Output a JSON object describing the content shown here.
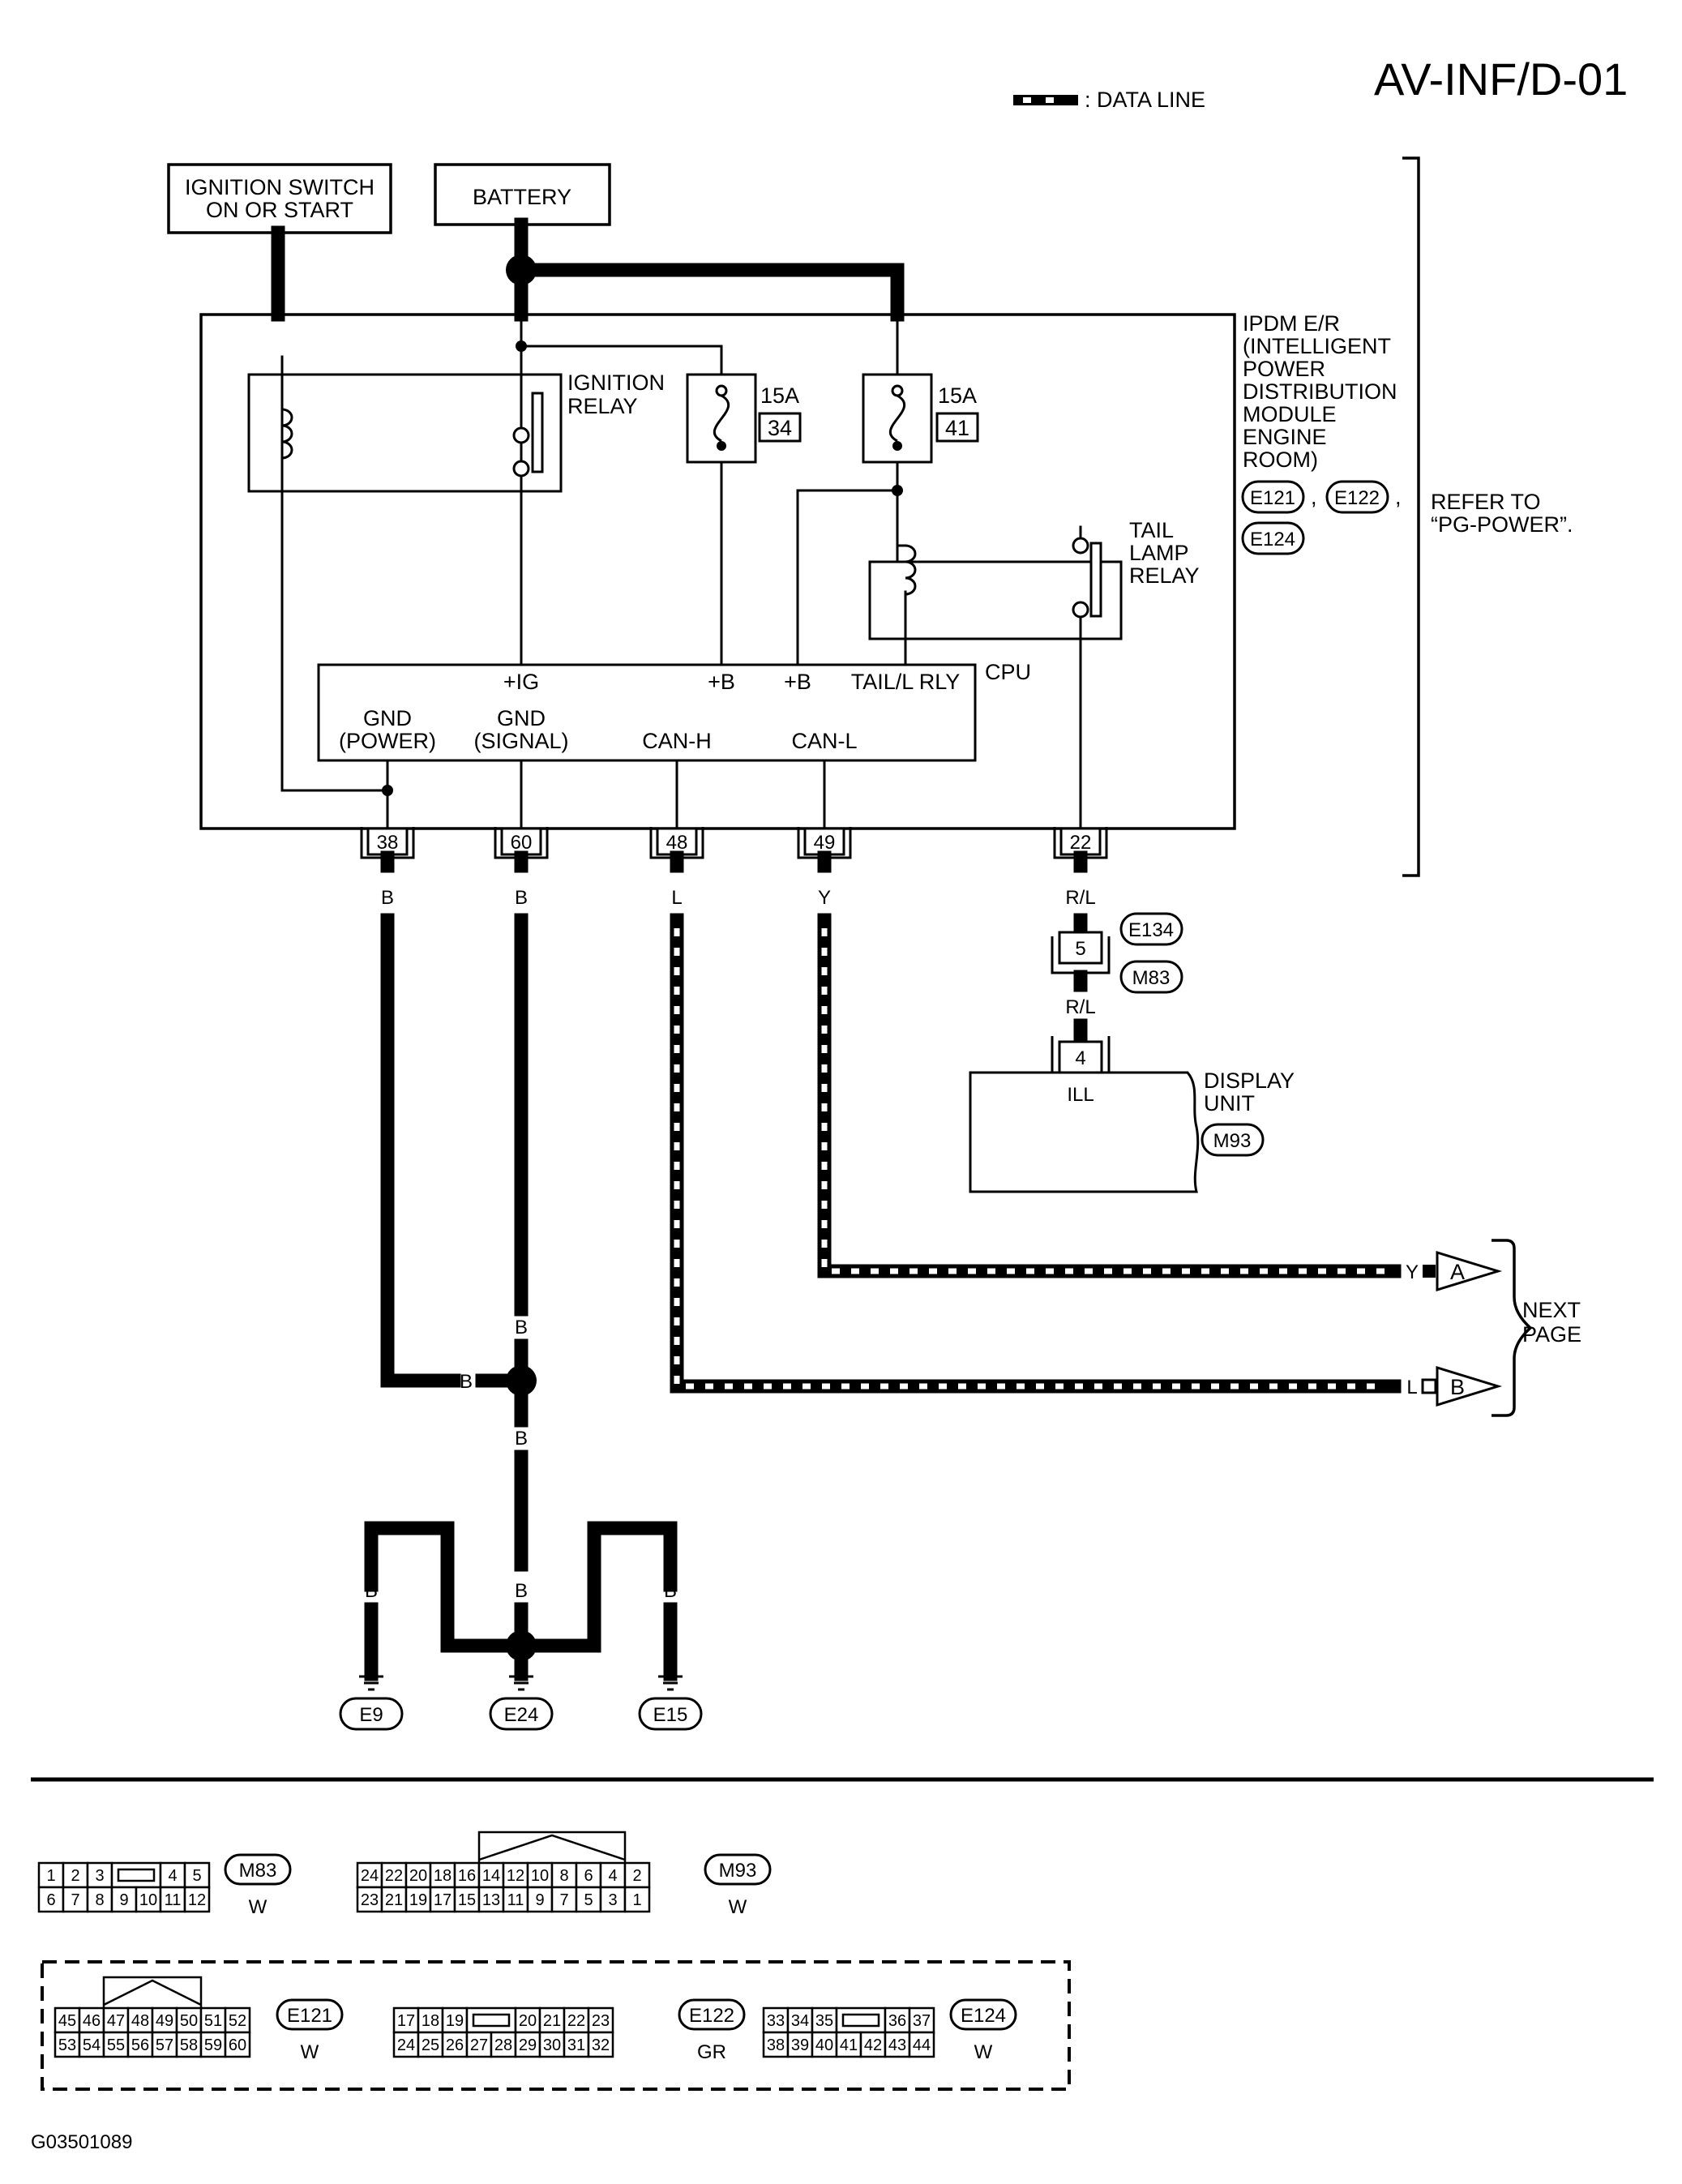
{
  "header": {
    "code": "AV-INF/D-01",
    "legend_label": ": DATA LINE"
  },
  "sources": {
    "ignition_switch": [
      "IGNITION SWITCH",
      "ON OR START"
    ],
    "battery": "BATTERY"
  },
  "ipdm": {
    "name_lines": [
      "IPDM E/R",
      "(INTELLIGENT",
      "POWER",
      "DISTRIBUTION",
      "MODULE",
      "ENGINE",
      "ROOM)"
    ],
    "connectors": [
      "E121",
      "E122",
      "E124"
    ],
    "refer_lines": [
      "REFER TO",
      "“PG-POWER”."
    ],
    "ignition_relay": [
      "IGNITION",
      "RELAY"
    ],
    "tail_lamp_relay": [
      "TAIL",
      "LAMP",
      "RELAY"
    ],
    "fuse_34": {
      "rating": "15A",
      "number": "34"
    },
    "fuse_41": {
      "rating": "15A",
      "number": "41"
    },
    "cpu_label": "CPU",
    "cpu_top_pins": [
      "+IG",
      "+B",
      "+B",
      "TAIL/L RLY"
    ],
    "cpu_bottom_pins": [
      [
        "GND",
        "(POWER)"
      ],
      [
        "GND",
        "(SIGNAL)"
      ],
      [
        "CAN-H"
      ],
      [
        "CAN-L"
      ]
    ],
    "terminals": [
      "38",
      "60",
      "48",
      "49",
      "22"
    ]
  },
  "wires": {
    "t38": "B",
    "t60": "B",
    "t48": "L",
    "t49": "Y",
    "t22": "R/L",
    "e134_to_display": "R/L",
    "ground_trunk_upper": "B",
    "ground_trunk_lower": "B",
    "ground_branch_left": "B",
    "ground_legs": [
      "B",
      "B",
      "B",
      "B",
      "B"
    ],
    "next_a": "Y",
    "next_b": "L"
  },
  "intermediate": {
    "pin": "5",
    "connector_top": "E134",
    "connector_bottom": "M83"
  },
  "display_unit": {
    "name_lines": [
      "DISPLAY",
      "UNIT"
    ],
    "connector": "M93",
    "pin": "4",
    "pin_label": "ILL"
  },
  "next_page": {
    "arrows": [
      "A",
      "B"
    ],
    "label_lines": [
      "NEXT",
      "PAGE"
    ]
  },
  "grounds": [
    "E9",
    "E24",
    "E15"
  ],
  "connector_views": {
    "m83": {
      "id": "M83",
      "color": "W",
      "row1": [
        "1",
        "2",
        "3",
        "",
        "4",
        "5"
      ],
      "row2": [
        "6",
        "7",
        "8",
        "9",
        "10",
        "11",
        "12"
      ]
    },
    "m93": {
      "id": "M93",
      "color": "W",
      "row1": [
        "24",
        "22",
        "20",
        "18",
        "16",
        "14",
        "12",
        "10",
        "8",
        "6",
        "4",
        "2"
      ],
      "row2": [
        "23",
        "21",
        "19",
        "17",
        "15",
        "13",
        "11",
        "9",
        "7",
        "5",
        "3",
        "1"
      ]
    },
    "e121": {
      "id": "E121",
      "color": "W",
      "row1": [
        "45",
        "46",
        "47",
        "48",
        "49",
        "50",
        "51",
        "52"
      ],
      "row2": [
        "53",
        "54",
        "55",
        "56",
        "57",
        "58",
        "59",
        "60"
      ]
    },
    "e122": {
      "id": "E122",
      "color": "GR",
      "row1": [
        "17",
        "18",
        "19",
        "",
        "20",
        "21",
        "22",
        "23"
      ],
      "row2": [
        "24",
        "25",
        "26",
        "27",
        "28",
        "29",
        "30",
        "31",
        "32"
      ]
    },
    "e124": {
      "id": "E124",
      "color": "W",
      "row1": [
        "33",
        "34",
        "35",
        "",
        "36",
        "37"
      ],
      "row2": [
        "38",
        "39",
        "40",
        "41",
        "42",
        "43",
        "44"
      ]
    }
  },
  "figure_id": "G03501089"
}
